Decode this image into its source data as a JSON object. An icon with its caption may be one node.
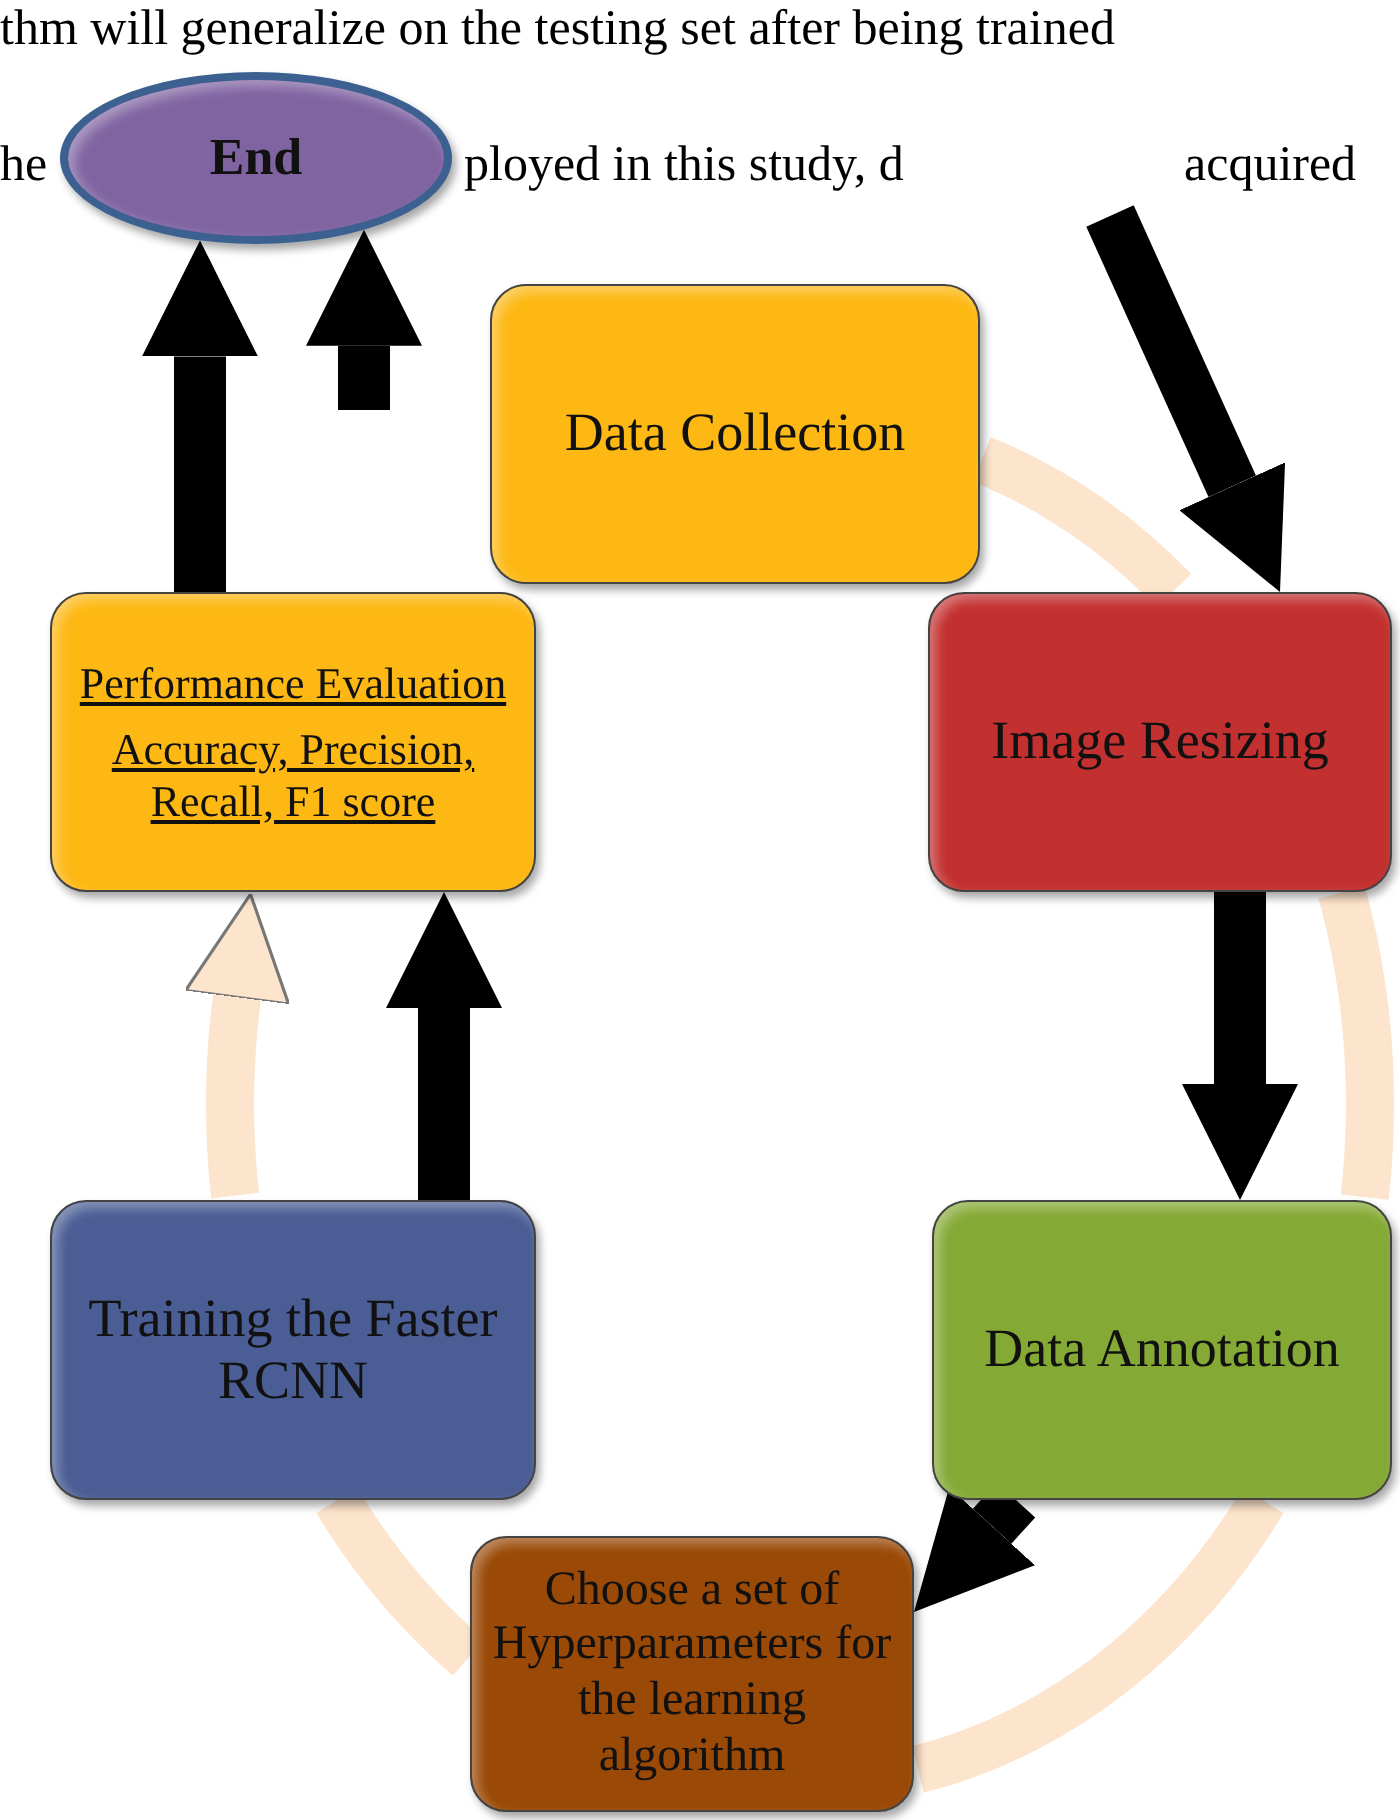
{
  "diagram": {
    "nodes": [
      {
        "text": [
          "End"
        ]
      },
      {
        "text": [
          "Data Collection"
        ]
      },
      {
        "text": [
          "Image Resizing"
        ]
      },
      {
        "text": [
          "Data Annotation"
        ]
      },
      {
        "text": [
          "Choose a set of Hyperparameters for the learning algorithm"
        ]
      },
      {
        "text": [
          "Training the Faster RCNN"
        ]
      },
      {
        "text": [
          "Performance Evaluation",
          "Accuracy, Precision, Recall, F1 score"
        ]
      }
    ],
    "edges": [
      {
        "from": 1,
        "to": 2,
        "arrow": "none",
        "color": "#fde4cc"
      },
      {
        "from": 2,
        "to": 3,
        "arrow": "none",
        "color": "#fde4cc"
      },
      {
        "from": 3,
        "to": 4,
        "arrow": "none",
        "color": "#fde4cc"
      },
      {
        "from": 4,
        "to": 5,
        "arrow": "none",
        "color": "#fde4cc"
      },
      {
        "from": 5,
        "to": 6,
        "arrow": "to",
        "color": "#fde4cc"
      },
      {
        "from": null,
        "to": 2,
        "arrow": "to"
      },
      {
        "from": 2,
        "to": 3,
        "arrow": "to"
      },
      {
        "from": 3,
        "to": 4,
        "arrow": "to"
      },
      {
        "from": 5,
        "to": 6,
        "arrow": "to"
      },
      {
        "from": 6,
        "to": 0,
        "arrow": "to"
      },
      {
        "from": null,
        "to": 0,
        "arrow": "to"
      }
    ],
    "labels": [
      "thm will generalize on the testing set after being trained",
      "he",
      "ployed in this study, d",
      "acquired"
    ]
  }
}
